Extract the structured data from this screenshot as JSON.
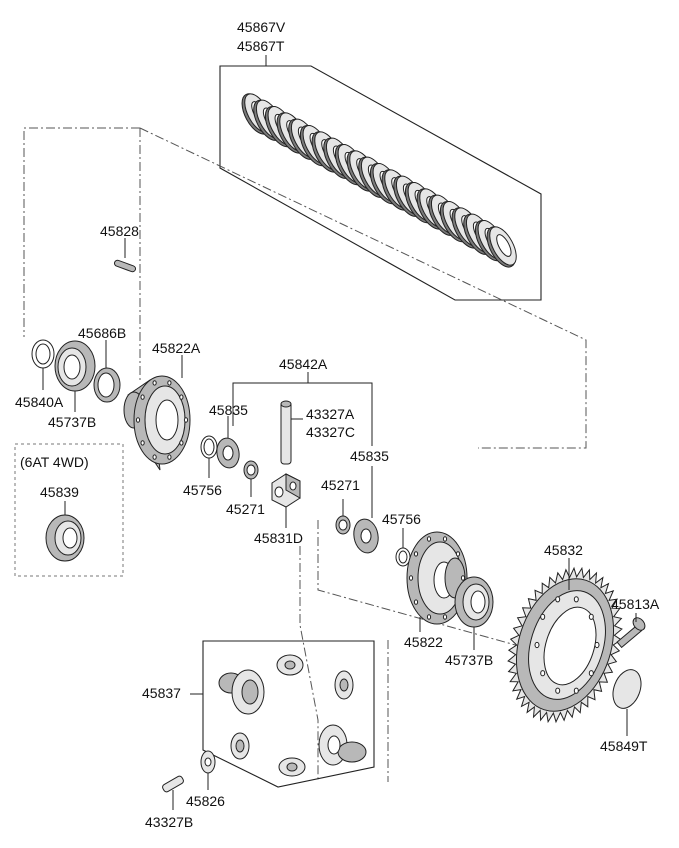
{
  "callouts": {
    "p45867V": "45867V",
    "p45867T": "45867T",
    "p45828": "45828",
    "p45686B": "45686B",
    "p45822A": "45822A",
    "p45842A": "45842A",
    "p45840A": "45840A",
    "p45737B_left": "45737B",
    "p45835_left": "45835",
    "p43327A": "43327A",
    "p43327C": "43327C",
    "p45835_right": "45835",
    "p45756_left": "45756",
    "p45271_left": "45271",
    "p45271_right": "45271",
    "p45756_right": "45756",
    "p45831D": "45831D",
    "p45832": "45832",
    "p45813A": "45813A",
    "p45822": "45822",
    "p45737B_right": "45737B",
    "p45837": "45837",
    "p45849T": "45849T",
    "p45826": "45826",
    "p43327B": "43327B"
  },
  "variant_box": {
    "title": "(6AT 4WD)",
    "part": "45839"
  }
}
